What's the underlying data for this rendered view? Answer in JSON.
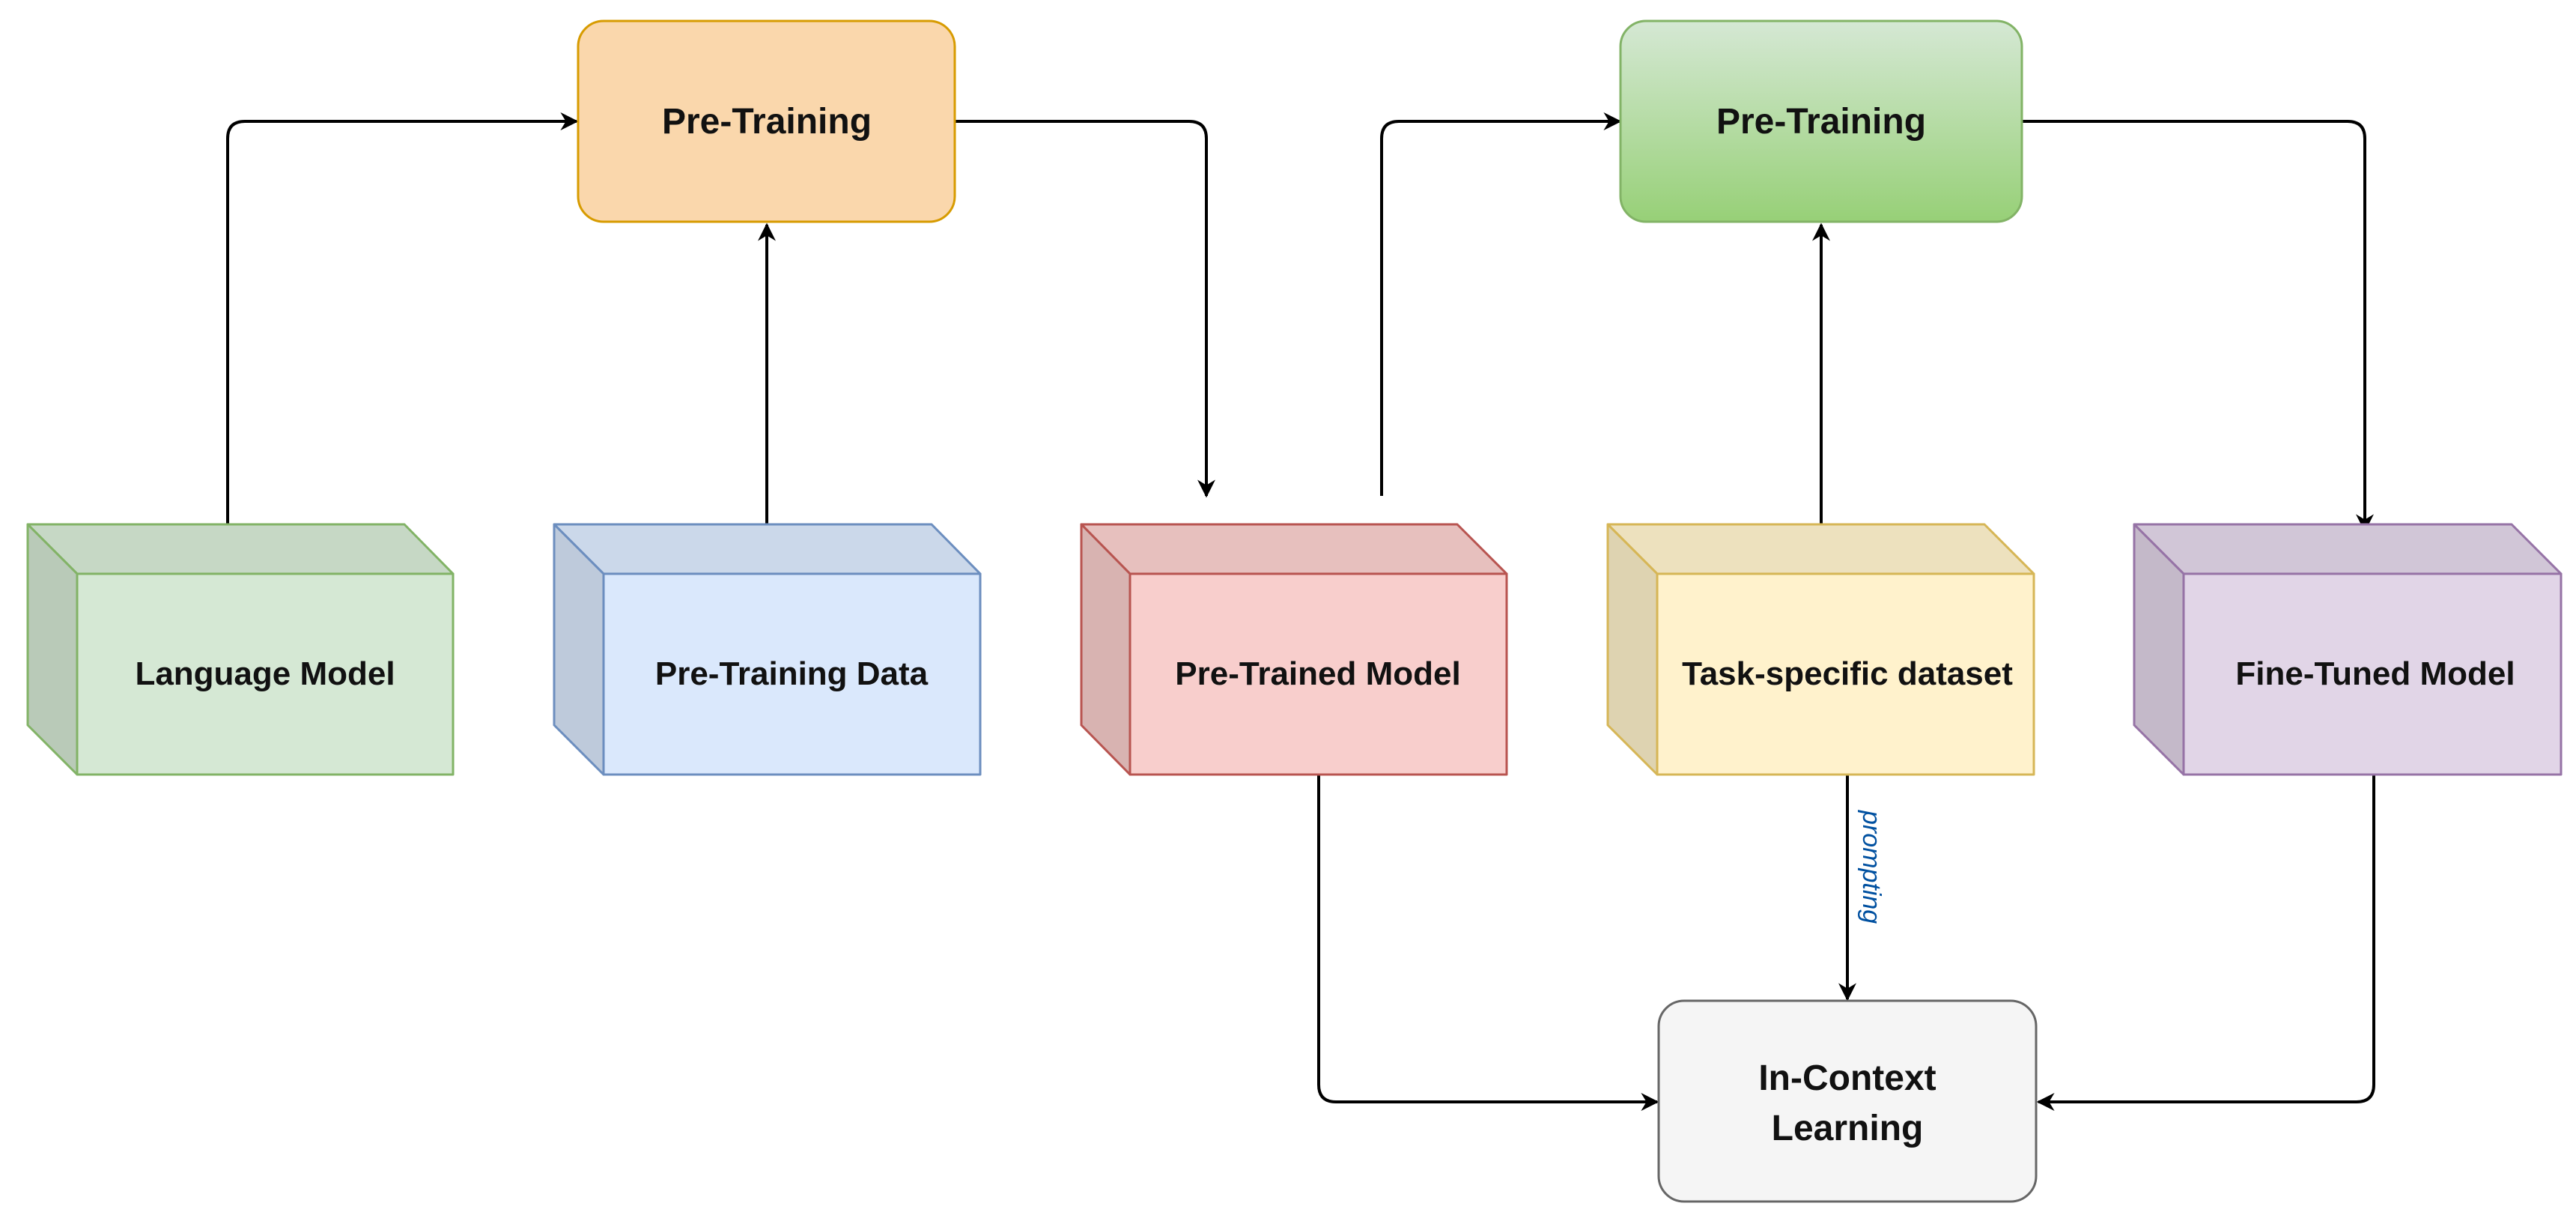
{
  "nodes": {
    "pretraining_orange": {
      "label": "Pre-Training",
      "fill": "#FAD7AC",
      "stroke": "#D79B00"
    },
    "pretraining_green": {
      "label": "Pre-Training",
      "fill_top": "#D5E8D4",
      "fill_bottom": "#97D077",
      "stroke": "#82B366"
    },
    "language_model": {
      "label": "Language Model",
      "fill": "#D5E8D4",
      "stroke": "#82B366"
    },
    "pretraining_data": {
      "label": "Pre-Training Data",
      "fill": "#DAE8FC",
      "stroke": "#6C8EBF"
    },
    "pretrained_model": {
      "label": "Pre-Trained Model",
      "fill": "#F8CECC",
      "stroke": "#B85450"
    },
    "task_dataset": {
      "label": "Task-specific dataset",
      "fill": "#FFF2CC",
      "stroke": "#D6B656"
    },
    "finetuned_model": {
      "label": "Fine-Tuned Model",
      "fill": "#E1D5E7",
      "stroke": "#9673A6"
    },
    "in_context": {
      "label_line1": "In-Context",
      "label_line2": "Learning",
      "fill": "#F5F5F5",
      "stroke": "#666666"
    }
  },
  "edges": {
    "prompting_label": "prompting",
    "prompting_color": "#0050A0"
  }
}
